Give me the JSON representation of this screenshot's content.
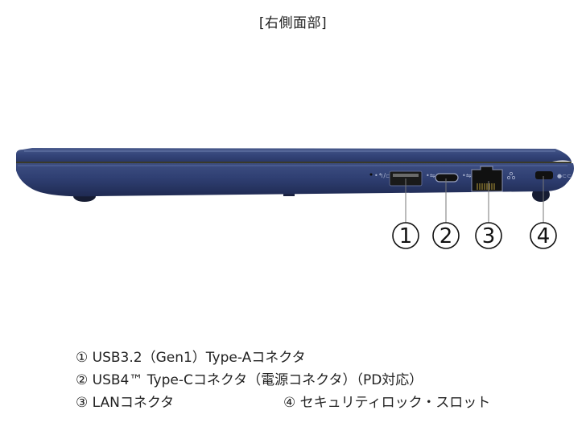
{
  "title": "[右側面部]",
  "device": {
    "view": "right-side",
    "body_color": "#2c3a66",
    "ports": [
      {
        "id": 1,
        "marker": "①",
        "type": "usb-a",
        "icon": "usb-powered-icon"
      },
      {
        "id": 2,
        "marker": "②",
        "type": "usb-c",
        "icon": "usb-icon"
      },
      {
        "id": 3,
        "marker": "③",
        "type": "lan",
        "icon": "network-icon"
      },
      {
        "id": 4,
        "marker": "④",
        "type": "security-lock",
        "icon": "lock-icon"
      }
    ]
  },
  "callouts": [
    "①",
    "②",
    "③",
    "④"
  ],
  "legend": {
    "items": [
      {
        "marker": "①",
        "label": "USB3.2（Gen1）Type-Aコネクタ"
      },
      {
        "marker": "②",
        "label": "USB4™ Type-Cコネクタ（電源コネクタ）（PD対応）"
      },
      {
        "marker": "③",
        "label": "LANコネクタ"
      },
      {
        "marker": "④",
        "label": "セキュリティロック・スロット"
      }
    ]
  }
}
